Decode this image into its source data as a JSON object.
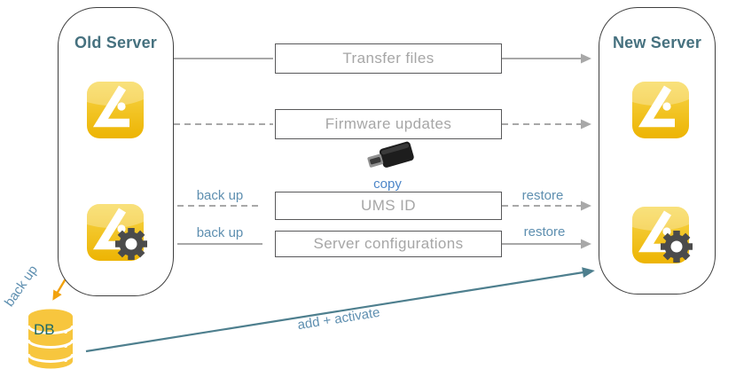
{
  "old_server": {
    "title": "Old Server"
  },
  "new_server": {
    "title": "New Server"
  },
  "flow_boxes": {
    "transfer_files": "Transfer files",
    "firmware_updates": "Firmware updates",
    "ums_id": "UMS ID",
    "server_configurations": "Server configurations"
  },
  "labels": {
    "back_up": "back up",
    "restore": "restore",
    "copy": "copy",
    "add_activate": "add + activate",
    "db": "DB"
  },
  "icons": {
    "app": "igel-ums-app-icon",
    "app_gear": "igel-ums-configuration-icon",
    "usb": "usb-stick-icon",
    "database": "database-cylinder-icon"
  },
  "colors": {
    "title_teal": "#46717f",
    "label_blue": "#5e8fb0",
    "copy_blue": "#4d86c8",
    "teal_arrow": "#4e7f8e",
    "orange": "#f2a20d",
    "line_gray": "#a8a8a8",
    "box_border_gray": "#58585a",
    "box_text_gray": "#a6a6a6",
    "server_border": "#3f3f3f",
    "icon_gold_light": "#f7d64a",
    "icon_gold_dark": "#edb403",
    "db_yellow": "#f7c63e",
    "db_text": "#1e6968",
    "gear_gray": "#4b4b4b",
    "usb_black": "#1d1d1d",
    "usb_connector_gray": "#919191"
  }
}
